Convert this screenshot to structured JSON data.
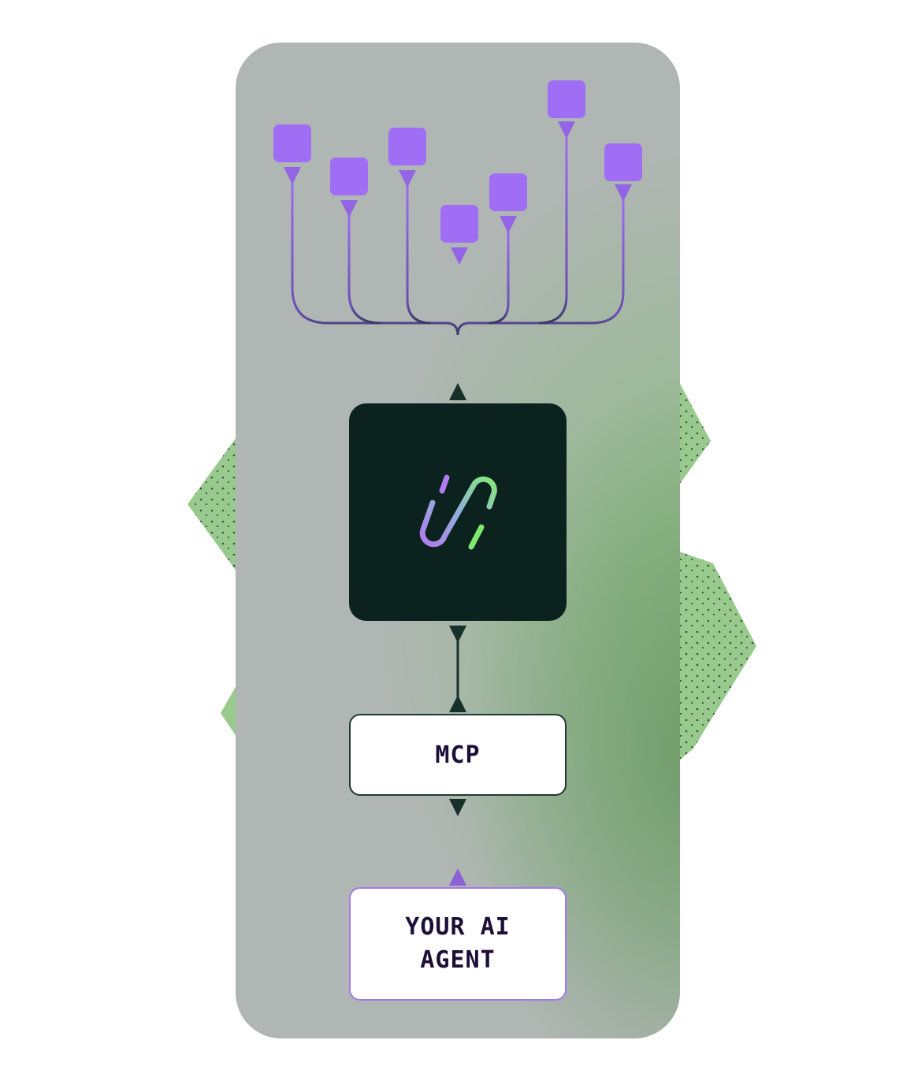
{
  "colors": {
    "panel": "#afb6b3",
    "green_glow": "#8fbd85",
    "shape_green": "#98c98d",
    "node_purple": "#a06ef5",
    "hub_dark": "#0b221f",
    "line_dark": "#173029",
    "line_purple": "#8a62d6",
    "text_dark": "#1c0f38"
  },
  "icons": {
    "hub_logo": "link-logo-icon",
    "source_node": "square-node-icon",
    "arrow": "triangle-arrow-icon"
  },
  "nodes": {
    "source_count": 7,
    "mcp_label": "MCP",
    "agent_label": "YOUR AI AGENT"
  }
}
